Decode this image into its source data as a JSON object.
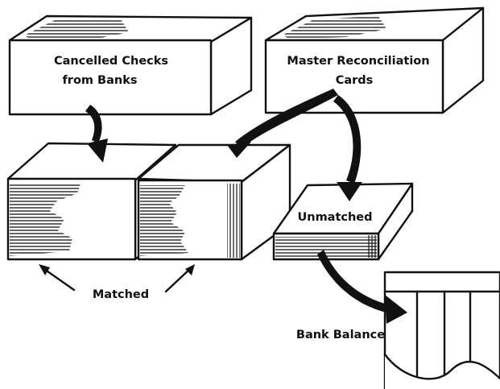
{
  "labels": {
    "checks_box_line1": "Cancelled Checks",
    "checks_box_line2": "from Banks",
    "master_box_line1": "Master Reconciliation",
    "master_box_line2": "Cards",
    "unmatched": "Unmatched",
    "matched": "Matched",
    "bank_balance": "Bank Balance"
  },
  "colors": {
    "ink": "#111111",
    "paper": "#ffffff"
  }
}
